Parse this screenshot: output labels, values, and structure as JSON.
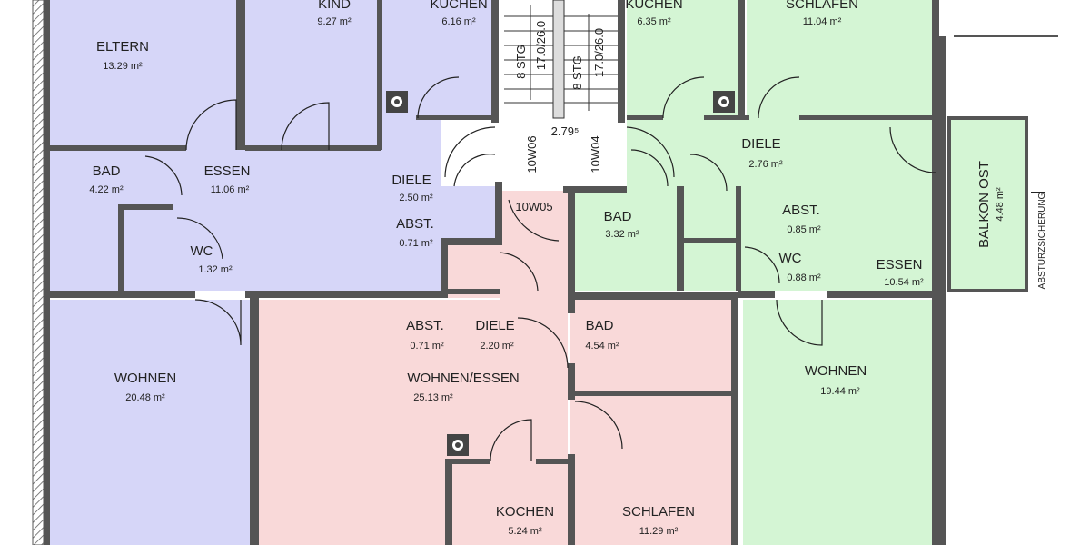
{
  "colors": {
    "unit_left": "#d6d6f8",
    "unit_right": "#d4f5d4",
    "unit_middle": "#f9d9d9",
    "wall": "#555555",
    "stair": "#ffffff"
  },
  "rooms": {
    "eltern": {
      "name": "ELTERN",
      "area": "13.29 m²"
    },
    "kind": {
      "name": "KIND",
      "area": "9.27 m²"
    },
    "kueche_left": {
      "name": "KÜCHEN",
      "area": "6.16 m²"
    },
    "bad_left": {
      "name": "BAD",
      "area": "4.22 m²"
    },
    "essen_left": {
      "name": "ESSEN",
      "area": "11.06 m²"
    },
    "diele_left": {
      "name": "DIELE",
      "area": "2.50 m²"
    },
    "abst_left": {
      "name": "ABST.",
      "area": "0.71 m²"
    },
    "wc_left": {
      "name": "WC",
      "area": "1.32 m²"
    },
    "wohnen_left": {
      "name": "WOHNEN",
      "area": "20.48 m²"
    },
    "kueche_right": {
      "name": "KÜCHEN",
      "area": "6.35 m²"
    },
    "schlafen_right": {
      "name": "SCHLAFEN",
      "area": "11.04 m²"
    },
    "diele_right": {
      "name": "DIELE",
      "area": "2.76 m²"
    },
    "bad_right": {
      "name": "BAD",
      "area": "3.32 m²"
    },
    "abst_right": {
      "name": "ABST.",
      "area": "0.85 m²"
    },
    "wc_right": {
      "name": "WC",
      "area": "0.88 m²"
    },
    "essen_right": {
      "name": "ESSEN",
      "area": "10.54 m²"
    },
    "wohnen_right": {
      "name": "WOHNEN",
      "area": "19.44 m²"
    },
    "balkon": {
      "name": "BALKON OST",
      "area": "4.48 m²"
    },
    "abst_mid": {
      "name": "ABST.",
      "area": "0.71 m²"
    },
    "diele_mid": {
      "name": "DIELE",
      "area": "2.20 m²"
    },
    "bad_mid": {
      "name": "BAD",
      "area": "4.54 m²"
    },
    "wohnen_mid": {
      "name": "WOHNEN/ESSEN",
      "area": "25.13 m²"
    },
    "kueche_mid": {
      "name": "KOCHEN",
      "area": "5.24 m²"
    },
    "schlafen_mid": {
      "name": "SCHLAFEN",
      "area": "11.29 m²"
    }
  },
  "stair": {
    "flight_a_steps": "8 STG",
    "flight_a_ratio": "17.0/26.0",
    "flight_b_steps": "8 STG",
    "flight_b_ratio": "17.0/26.0",
    "level": "2.79⁵",
    "door_left": "10W06",
    "door_right": "10W04",
    "door_mid": "10W05"
  },
  "annotations": {
    "railing": "ABSTURZSICHERUNG"
  }
}
